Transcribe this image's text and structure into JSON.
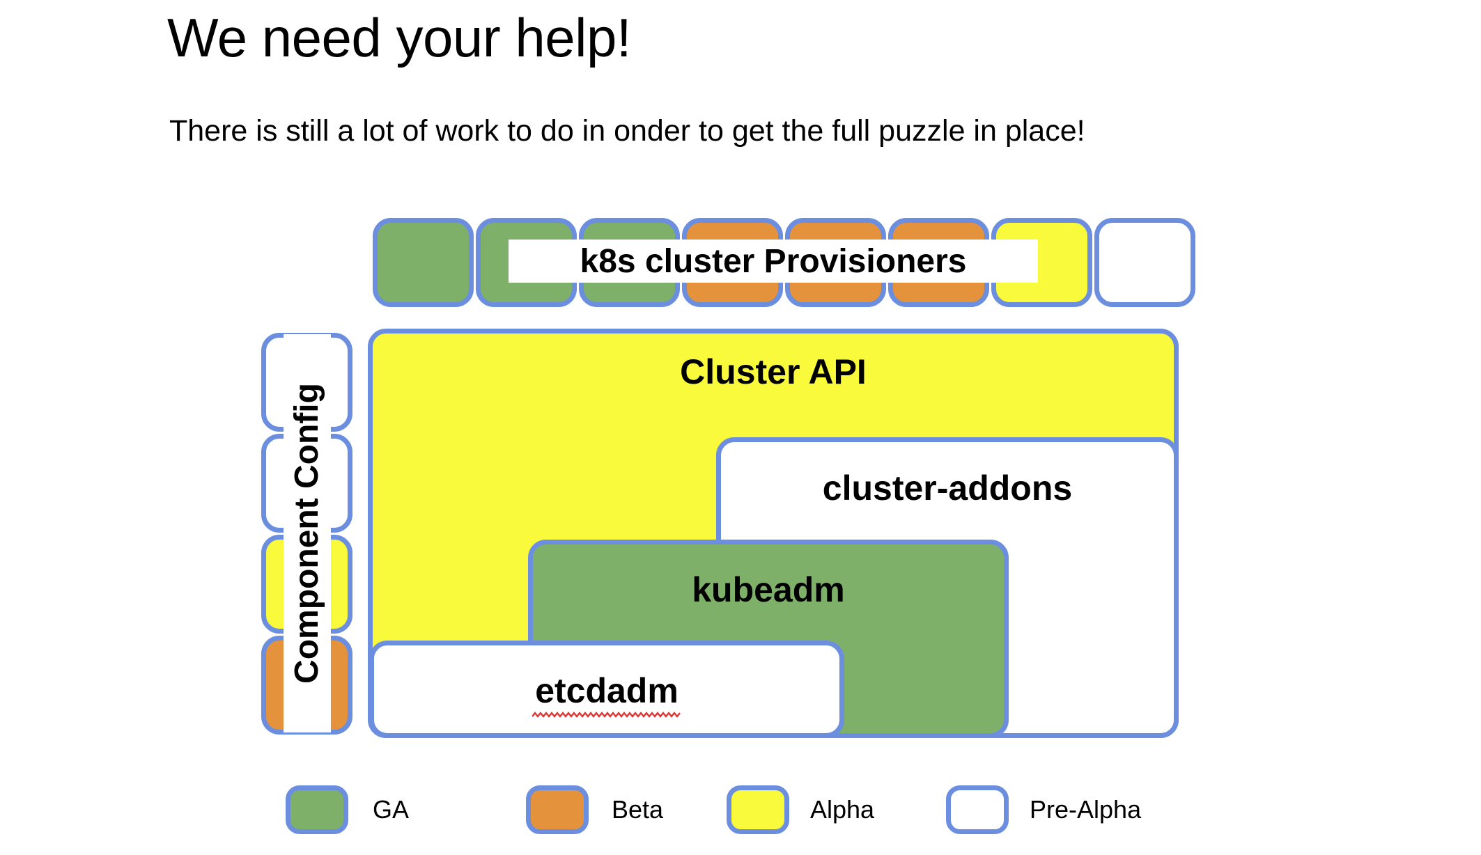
{
  "slide": {
    "title": "We need your help!",
    "subtitle": "There is still a lot of work to do in onder to get the full puzzle in place!"
  },
  "colors": {
    "ga": "#7FB069",
    "beta": "#E4923B",
    "alpha": "#FAFA3C",
    "prealpha": "#FFFFFF",
    "border": "#6C8EDE",
    "text": "#000000",
    "background": "#FFFFFF",
    "spellcheck": "#E03030"
  },
  "provisioner_row": {
    "banner_label": "k8s cluster Provisioners",
    "tiles": [
      {
        "name": "provisioner-tile-1",
        "status": "GA",
        "color": "#7FB069"
      },
      {
        "name": "provisioner-tile-2",
        "status": "GA",
        "color": "#7FB069"
      },
      {
        "name": "provisioner-tile-3",
        "status": "GA",
        "color": "#7FB069"
      },
      {
        "name": "provisioner-tile-4",
        "status": "Beta",
        "color": "#E4923B"
      },
      {
        "name": "provisioner-tile-5",
        "status": "Beta",
        "color": "#E4923B"
      },
      {
        "name": "provisioner-tile-6",
        "status": "Beta",
        "color": "#E4923B"
      },
      {
        "name": "provisioner-tile-7",
        "status": "Alpha",
        "color": "#FAFA3C"
      },
      {
        "name": "provisioner-tile-8",
        "status": "Pre-Alpha",
        "color": "#FFFFFF"
      }
    ]
  },
  "component_config": {
    "banner_label": "Component Config",
    "tiles": [
      {
        "name": "component-config-tile-1",
        "status": "Pre-Alpha",
        "color": "#FFFFFF"
      },
      {
        "name": "component-config-tile-2",
        "status": "Pre-Alpha",
        "color": "#FFFFFF"
      },
      {
        "name": "component-config-tile-3",
        "status": "Alpha",
        "color": "#FAFA3C"
      },
      {
        "name": "component-config-tile-4",
        "status": "Beta",
        "color": "#E4923B"
      }
    ]
  },
  "stack": {
    "cluster_api": {
      "label": "Cluster API",
      "status": "Alpha",
      "color": "#FAFA3C"
    },
    "cluster_addons": {
      "label": "cluster-addons",
      "status": "Pre-Alpha",
      "color": "#FFFFFF"
    },
    "kubeadm": {
      "label": "kubeadm",
      "status": "GA",
      "color": "#7FB069"
    },
    "etcdadm": {
      "label": "etcdadm",
      "status": "Pre-Alpha",
      "color": "#FFFFFF",
      "spellcheck_underline": true
    }
  },
  "legend": {
    "items": [
      {
        "label": "GA",
        "color": "#7FB069"
      },
      {
        "label": "Beta",
        "color": "#E4923B"
      },
      {
        "label": "Alpha",
        "color": "#FAFA3C"
      },
      {
        "label": "Pre-Alpha",
        "color": "#FFFFFF"
      }
    ]
  }
}
